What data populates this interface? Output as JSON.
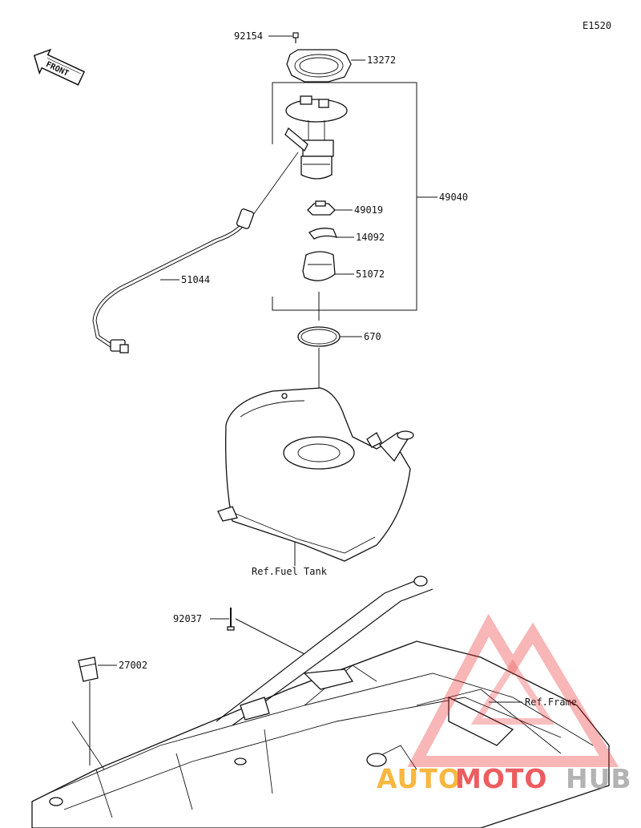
{
  "diagram_code": "E1520",
  "front_label": "FRONT",
  "callouts": {
    "p92154": "92154",
    "p13272": "13272",
    "p49040": "49040",
    "p49019": "49019",
    "p14092": "14092",
    "p51072": "51072",
    "p51044": "51044",
    "p670": "670",
    "ref_fuel_tank": "Ref.Fuel Tank",
    "p92037": "92037",
    "p27002": "27002",
    "ref_frame": "Ref.Frame"
  },
  "watermark": {
    "word1": "AUTO",
    "word2": "MOTO",
    "word3": "HUB",
    "color_orange": "#f6a000",
    "color_red": "#e8282a",
    "color_grey": "#9a9a9a"
  }
}
